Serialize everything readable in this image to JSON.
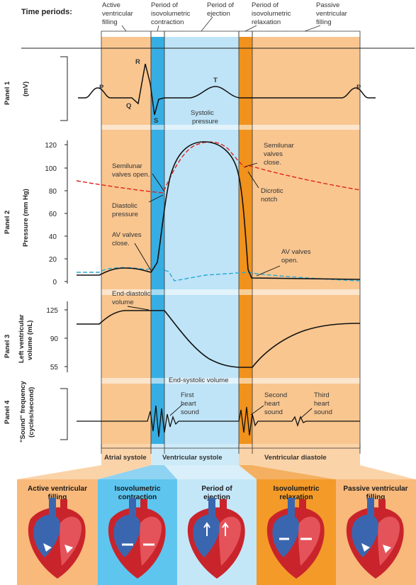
{
  "header": {
    "time_periods_label": "Time periods:",
    "periods": [
      {
        "line1": "Active",
        "line2": "ventricular",
        "line3": "filling"
      },
      {
        "line1": "Period of",
        "line2": "isovolumetric",
        "line3": "contraction"
      },
      {
        "line1": "Period of",
        "line2": "ejection",
        "line3": ""
      },
      {
        "line1": "Period of",
        "line2": "isovolumetric",
        "line3": "relaxation"
      },
      {
        "line1": "Passive",
        "line2": "ventricular",
        "line3": "filling"
      }
    ]
  },
  "panels": {
    "p1": {
      "name": "Panel 1",
      "unit": "(mV)",
      "waves": [
        "P",
        "Q",
        "R",
        "S",
        "T",
        "P"
      ]
    },
    "p2": {
      "name": "Panel 2",
      "ylabel": "Pressure (mm Hg)",
      "ticks": [
        "120",
        "100",
        "80",
        "60",
        "40",
        "20",
        "0"
      ],
      "annotations": {
        "systolic_1": "Systolic",
        "systolic_2": "pressure",
        "semilunar_open_1": "Semilunar",
        "semilunar_open_2": "valves open.",
        "diastolic_1": "Diastolic",
        "diastolic_2": "pressure",
        "av_close_1": "AV valves",
        "av_close_2": "close.",
        "semilunar_close_1": "Semilunar",
        "semilunar_close_2": "valves",
        "semilunar_close_3": "close.",
        "dicrotic_1": "Dicrotic",
        "dicrotic_2": "notch",
        "av_open_1": "AV valves",
        "av_open_2": "open."
      }
    },
    "p3": {
      "name": "Panel 3",
      "ylabel_1": "Left ventricular",
      "ylabel_2": "volume (mL)",
      "ticks": [
        "125",
        "90",
        "55"
      ],
      "edv_1": "End-diastolic",
      "edv_2": "volume",
      "esv": "End-systolic volume"
    },
    "p4": {
      "name": "Panel 4",
      "ylabel_1": "\"Sound\" frequency",
      "ylabel_2": "(cycles/second)",
      "first_1": "First",
      "first_2": "heart",
      "first_3": "sound",
      "second_1": "Second",
      "second_2": "heart",
      "second_3": "sound",
      "third_1": "Third",
      "third_2": "heart",
      "third_3": "sound"
    }
  },
  "phases": {
    "atrial": "Atrial systole",
    "vsys": "Ventricular systole",
    "vdia": "Ventricular diastole"
  },
  "cards": [
    {
      "line1": "Active ventricular",
      "line2": "filling",
      "color": "#f8b97a"
    },
    {
      "line1": "Isovolumetric",
      "line2": "contraction",
      "color": "#5ec5ef"
    },
    {
      "line1": "Period of",
      "line2": "ejection",
      "color": "#c4e7f8"
    },
    {
      "line1": "Isovolumetric",
      "line2": "relaxation",
      "color": "#f39a28"
    },
    {
      "line1": "Passive ventricular",
      "line2": "filling",
      "color": "#f8b97a"
    }
  ],
  "colors": {
    "active_filling": "#f9c690",
    "isovol_contraction": "#36aee3",
    "ejection": "#bfe4f7",
    "isovol_relaxation": "#f0921c",
    "passive_filling": "#f9c690",
    "aortic_pressure": "#e0231e",
    "atrial_pressure": "#2aa9d6"
  }
}
